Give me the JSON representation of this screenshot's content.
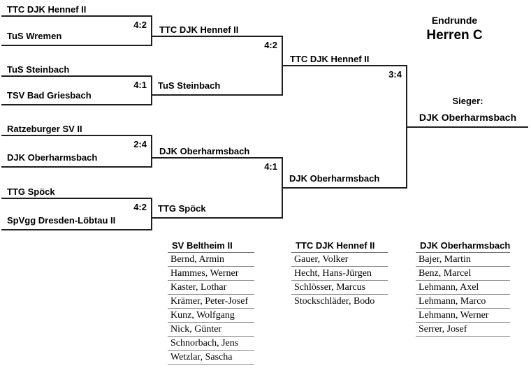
{
  "event": {
    "line1": "Endrunde",
    "line2": "Herren C"
  },
  "bracket": {
    "round1": [
      {
        "team1": "TTC DJK Hennef II",
        "team2": "TuS Wremen",
        "score": "4:2"
      },
      {
        "team1": "TuS Steinbach",
        "team2": "TSV Bad Griesbach",
        "score": "4:1"
      },
      {
        "team1": "Ratzeburger SV II",
        "team2": "DJK Oberharmsbach",
        "score": "2:4"
      },
      {
        "team1": "TTG Spöck",
        "team2": "SpVgg Dresden-Löbtau II",
        "score": "4:2"
      }
    ],
    "semifinals": [
      {
        "team1": "TTC DJK Hennef II",
        "team2": "TuS Steinbach",
        "score": "4:2"
      },
      {
        "team1": "DJK Oberharmsbach",
        "team2": "TTG Spöck",
        "score": "4:1"
      }
    ],
    "final": {
      "team1": "TTC DJK Hennef II",
      "team2": "DJK Oberharmsbach",
      "score": "3:4"
    },
    "winner": {
      "label": "Sieger:",
      "name": "DJK Oberharmsbach"
    }
  },
  "rosters": [
    {
      "team": "SV Beltheim II",
      "players": [
        "Bernd, Armin",
        "Hammes, Werner",
        "Kaster, Lothar",
        "Krämer, Peter-Josef",
        "Kunz, Wolfgang",
        "Nick, Günter",
        "Schnorbach, Jens",
        "Wetzlar, Sascha"
      ]
    },
    {
      "team": "TTC DJK Hennef II",
      "players": [
        "Gauer, Volker",
        "Hecht, Hans-Jürgen",
        "Schlösser, Marcus",
        "Stockschläder, Bodo"
      ]
    },
    {
      "team": "DJK Oberharmsbach",
      "players": [
        "Bajer, Martin",
        "Benz, Marcel",
        "Lehmann, Axel",
        "Lehmann, Marco",
        "Lehmann, Werner",
        "Serrer, Josef"
      ]
    }
  ],
  "colors": {
    "line": "#1e1e1e",
    "roster_line": "#8a8a8a",
    "text": "#000000",
    "background": "#ffffff"
  }
}
